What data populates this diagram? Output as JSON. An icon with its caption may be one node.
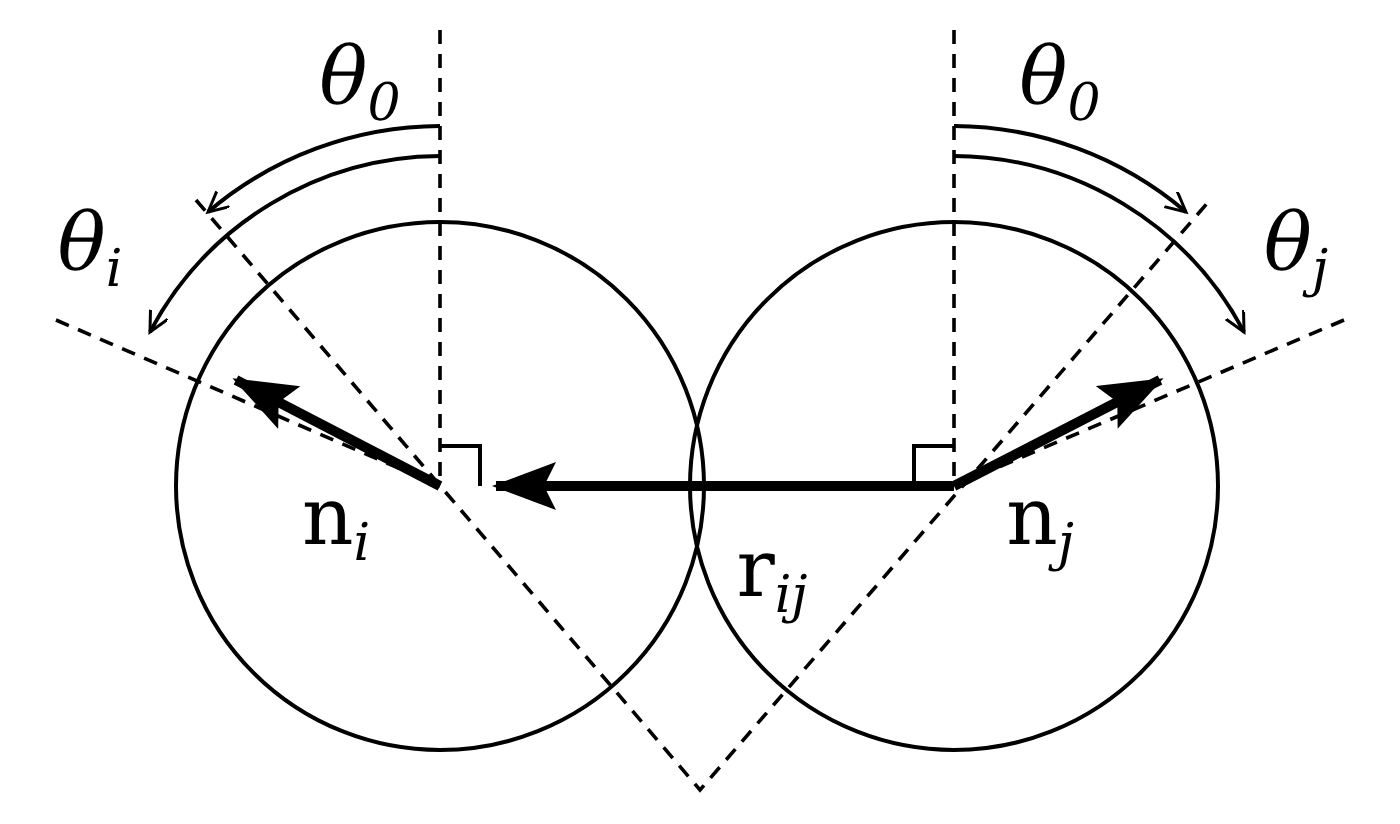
{
  "diagram": {
    "labels": [
      "*θ*$_{0}$",
      "*θ*$_{0}$",
      "*θ*$_{i}$",
      "*θ*$_{j}$",
      "n$_{i}$",
      "r$_{ij}$",
      "n$_{j}$"
    ]
  }
}
